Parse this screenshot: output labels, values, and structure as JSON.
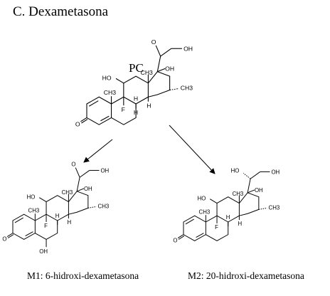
{
  "title": "C. Dexametasona",
  "parent_label": "PC",
  "captions": {
    "m1": "M1: 6-hidroxi-dexametasona",
    "m2": "M2: 20-hidroxi-dexametasona"
  },
  "atom_labels": {
    "o": "O",
    "oh": "OH",
    "ho": "HO",
    "ho_dotted": "HO",
    "ch3": "CH3",
    "h": "H",
    "f": "F"
  }
}
